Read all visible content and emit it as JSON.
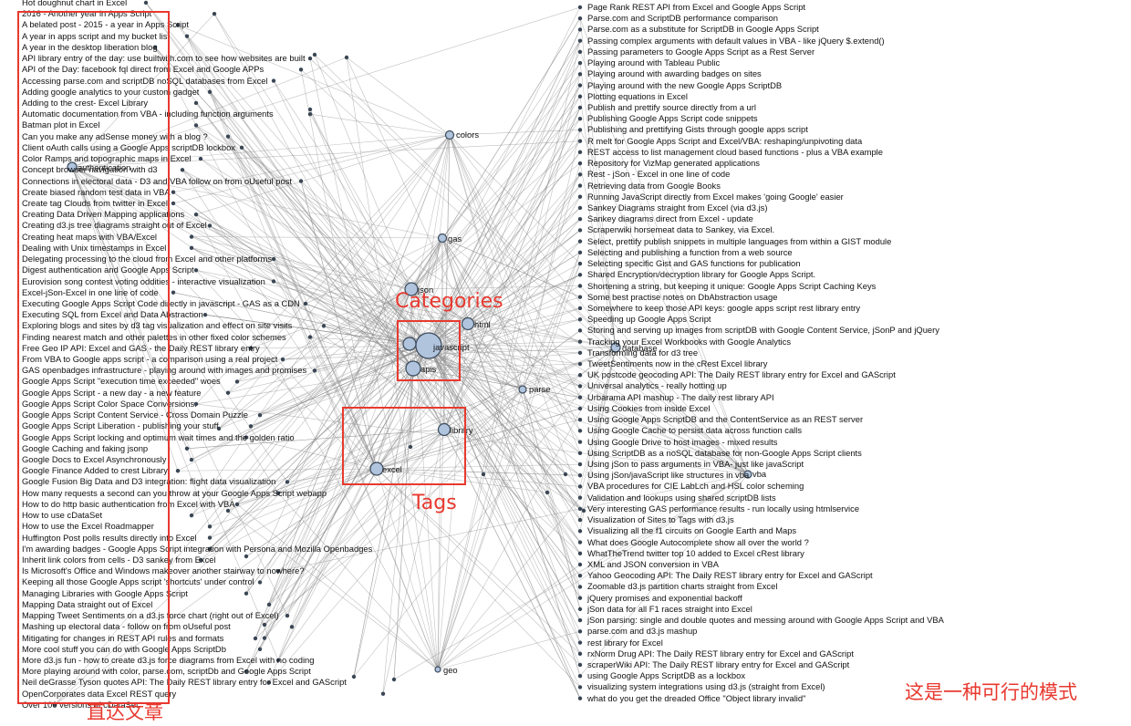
{
  "colors": {
    "edge": "#8a8a8a",
    "node_fill": "#b0c4de",
    "node_stroke": "#3b4a5a",
    "dot": "#3a4654",
    "annotation": "#e8392f"
  },
  "left_articles": [
    "Hot doughnut chart in Excel",
    "2016 - Another year in Apps Script",
    "A belated post - 2015 - a year in Apps Script",
    "A year in apps script and my bucket list",
    "A year in the desktop liberation blog",
    "API library entry of the day: use builtwith.com to see how websites are built",
    "API of the Day: facebook fql direct from Excel and Google APPs",
    "Accessing parse.com and scriptDB noSQL databases from Excel",
    "Adding google analytics to your custom gadget",
    "Adding to the crest- Excel Library",
    "Automatic documentation from VBA - including function arguments",
    "Batman plot in Excel",
    "Can you make any adSense money with a blog ?",
    "Client oAuth calls using a Google Apps scriptDB lockbox",
    "Color Ramps and topographic maps in Excel",
    "Concept browser navigation with d3",
    "Connections in electoral data - D3 and VBA follow on from oUseful post",
    "Create biased random test data in VBA",
    "Create tag Clouds from twitter in Excel",
    "Creating Data Driven Mapping applications",
    "Creating d3.js tree diagrams straight out of Excel",
    "Creating heat maps with VBA/Excel",
    "Dealing with Unix timestamps in Excel",
    "Delegating processing to the cloud from Excel and other platforms",
    "Digest authentication and Google Apps Script",
    "Eurovision song contest voting oddities - interactive visualization",
    "Excel-jSon-Excel in one line of code",
    "Executing Google Apps Script Code directly in javascript - GAS as a CDN",
    "Executing SQL from Excel and Data Abstraction",
    "Exploring blogs and sites by d3 tag visualization and effect on site visits",
    "Finding nearest match and other palettes in other fixed color schemes",
    "Free Geo IP API: Excel and GAS - the Daily REST library entry",
    "From VBA to Google apps script - a comparison using a real project",
    "GAS openbadges infrastructure - playing around with images and promises",
    "Google Apps Script \"execution time exceeded\" woes",
    "Google Apps Script - a new day - a new feature",
    "Google Apps Script Color Space Conversions.",
    "Google Apps Script Content Service - Cross Domain Puzzle",
    "Google Apps Script Liberation - publishing your stuff",
    "Google Apps Script locking and optimum wait times and the golden ratio",
    "Google Caching and faking jsonp",
    "Google Docs to Excel Asynchronously",
    "Google Finance Added to crest Library",
    "Google Fusion Big Data and D3 integration: flight data visualization",
    "How many requests a second can you throw at your Google Apps Script webapp",
    "How to do http basic authentication from Excel with VBA",
    "How to use cDataSet",
    "How to use the Excel Roadmapper",
    "Huffington Post polls results directly into Excel",
    "I'm awarding badges - Google Apps Script integration with Persona and Mozilla Openbadges",
    "Inherit link colors from cells - D3 sankey from Excel",
    "Is Microsoft's Office and Windows makeover another stairway to nowhere?",
    "Keeping all those Google Apps script 'shortcuts' under control",
    "Managing Libraries with Google Apps Script",
    "Mapping Data straight out of Excel",
    "Mapping Tweet Sentiments on a d3.js force chart (right out of Excel)",
    "Mashing up electoral data - follow on from oUseful post",
    "Mitigating for changes in REST API rules and formats",
    "More cool stuff you can do with Google Apps ScriptDb",
    "More d3.js fun - how to create d3.js force diagrams from Excel with no coding",
    "More playing around with color, parse.com, scriptDb and Google Apps Script",
    "Neil deGrasse Tyson quotes API: The Daily REST library entry for Excel and GAScript",
    "OpenCorporates data Excel REST query",
    "Over 100 versions of cDataSet"
  ],
  "right_articles": [
    "Page Rank REST API from Excel and Google Apps Script",
    "Parse.com and ScriptDB performance comparison",
    "Parse.com as a substitute for ScriptDB in Google Apps Script",
    "Passing complex arguments with default values in VBA - like jQuery $.extend()",
    "Passing parameters to Google Apps Script as a Rest Server",
    "Playing around with Tableau Public",
    "Playing around with awarding badges on sites",
    "Playing around with the new Google Apps ScriptDB",
    "Plotting equations in Excel",
    "Publish and prettify source directly from a url",
    "Publishing Google Apps Script code snippets",
    "Publishing and prettifying Gists through google apps script",
    "R melt for Google Apps Script and Excel/VBA: reshaping/unpivoting data",
    "REST access to list management cloud based functions - plus a VBA example",
    "Repository for VizMap generated applications",
    "Rest - jSon - Excel in one line of code",
    "Retrieving data from Google Books",
    "Running JavaScript directly from Excel makes 'going Google' easier",
    "Sankey Diagrams straight from Excel (via d3.js)",
    "Sankey diagrams direct from Excel - update",
    "Scraperwiki horsemeat data to Sankey, via Excel.",
    "Select, prettify publish snippets in multiple languages from within a GIST module",
    "Selecting and publishing a function from a web source",
    "Selecting specific Gist and GAS functions for publication",
    "Shared Encryption/decryption library for Google Apps Script.",
    "Shortening a string, but keeping it unique: Google Apps Script Caching Keys",
    "Some best practise notes on DbAbstraction usage",
    "Somewhere to keep those API keys: google apps script rest library entry",
    "Speeding up Google Apps Script",
    "Storing and serving up images from scriptDB with Google Content Service, jSonP and jQuery",
    "Tracking your Excel Workbooks with Google Analytics",
    "Transforming data for d3 tree",
    "TweetSentiments now in the cRest Excel library",
    "UK postcode geocoding API: The Daily REST library entry for Excel and GAScript",
    "Universal analytics - really hotting up",
    "Urbarama API mashup - The daily rest library API",
    "Using Cookies from inside Excel",
    "Using Google Apps ScriptDB and the ContentService as an REST server",
    "Using Google Cache to persist data across function calls",
    "Using Google Drive to host images - mixed results",
    "Using ScriptDB as a noSQL database for non-Google Apps Script clients",
    "Using jSon to pass arguments in VBA- just like javaScript",
    "Using jSon/javaScript like structures in vba",
    "VBA procedures for CIE LabLch and HSL color scheming",
    "Validation and lookups using shared scriptDB lists",
    "Very interesting GAS performance results - run locally using htmlservice",
    "Visualization of Sites to Tags with d3.js",
    "Visualizing all the f1 circuits on Google Earth and Maps",
    "What does Google Autocomplete show all over the world ?",
    "WhatTheTrend twitter top 10 added to Excel cRest library",
    "XML and JSON conversion in VBA",
    "Yahoo Geocoding API: The Daily REST library entry for Excel and GAScript",
    "Zoomable d3.js partition charts straight from Excel",
    "jQuery promises and exponential backoff",
    "jSon data for all F1 races straight into Excel",
    "jSon parsing: single and double quotes and messing around with Google Apps Script and VBA",
    "parse.com and d3.js mashup",
    "rest library for Excel",
    "rxNorm Drug API: The Daily REST library entry for Excel and GAScript",
    "scraperWiki API: The Daily REST library entry for Excel and GAScript",
    "using Google Apps ScriptDB as a lockbox",
    "visualizing system integrations using d3.js (straight from Excel)",
    "what do you get the dreaded Office \"Object library invalid\""
  ],
  "nodes": {
    "colors": "colors",
    "authentication": "authentication",
    "gas": "gas",
    "json": "json",
    "html": "html",
    "javascript": "javascript",
    "apis": "apis",
    "database": "database",
    "parse": "parse",
    "library": "library",
    "excel": "excel",
    "vba": "vba",
    "geo": "geo"
  },
  "annotations": {
    "categories": "Categories",
    "tags": "Tags",
    "direct_articles": "直达文章",
    "feasible_mode": "这是一种可行的模式"
  }
}
